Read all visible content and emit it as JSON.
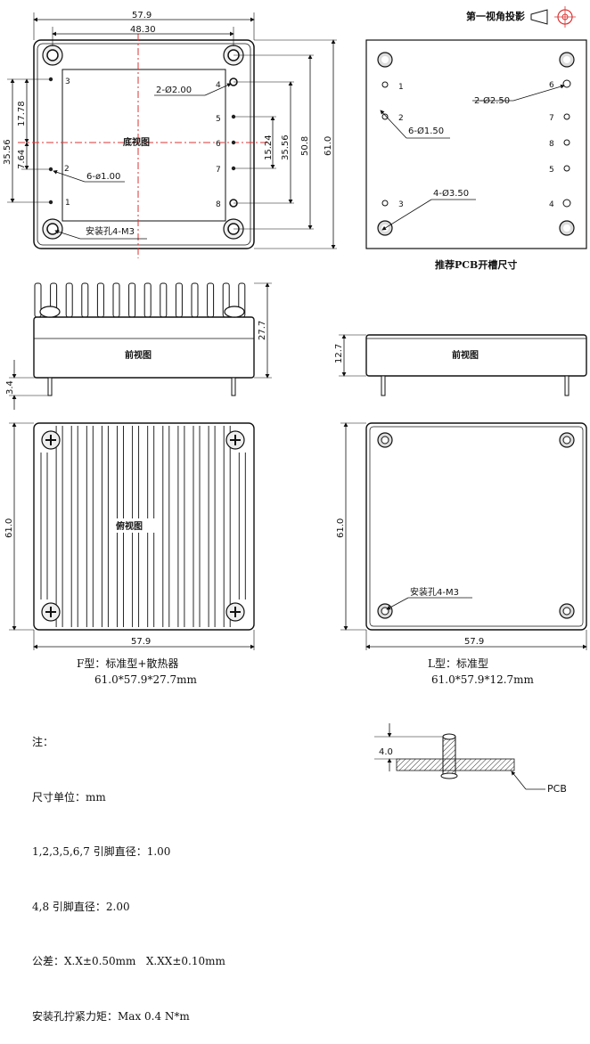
{
  "projection": {
    "label": "第一视角投影"
  },
  "bottom_view": {
    "label": "底视图",
    "dim_width": "57.9",
    "dim_pitch": "48.30",
    "dim_left_total": "35.56",
    "dim_left_upper": "17.78",
    "dim_left_lower": "7.64",
    "dim_right_inner": "15.24",
    "dim_right_mid": "35.56",
    "dim_right_outer": "50.8",
    "dim_height": "61.0",
    "callout_large_pin": "2-Ø2.00",
    "callout_small_pin": "6-ø1.00",
    "callout_mount": "安装孔4-M3",
    "pins_left": [
      "3",
      "2",
      "1"
    ],
    "pins_right": [
      "4",
      "5",
      "6",
      "7",
      "8"
    ]
  },
  "pcb_cutout": {
    "caption": "推荐PCB开槽尺寸",
    "callout_large_hole": "2-Ø2.50",
    "callout_small_hole": "6-Ø1.50",
    "callout_mount_hole": "4-Ø3.50",
    "pins_left": [
      "1",
      "2",
      "3"
    ],
    "pins_right": [
      "6",
      "7",
      "8",
      "5",
      "4"
    ]
  },
  "front_view_f": {
    "label": "前视图",
    "dim_height": "27.7",
    "dim_pin": "3.4"
  },
  "front_view_l": {
    "label": "前视图",
    "dim_height": "12.7"
  },
  "side_view_f": {
    "label": "俯视图",
    "dim_height": "61.0",
    "dim_width": "57.9"
  },
  "top_view_l": {
    "dim_height": "61.0",
    "dim_width": "57.9",
    "callout_mount": "安装孔4-M3"
  },
  "caption_f": {
    "title": "F型：标准型+散热器",
    "size": "61.0*57.9*27.7mm"
  },
  "caption_l": {
    "title": "L型：标准型",
    "size": "61.0*57.9*12.7mm"
  },
  "notes": {
    "title": "注：",
    "lines": [
      "尺寸单位：mm",
      "1,2,3,5,6,7 引脚直径：1.00",
      "4,8 引脚直径：2.00",
      "公差：X.X±0.50mm   X.XX±0.10mm",
      "安装孔拧紧力矩：Max 0.4 N*m"
    ]
  },
  "mount_detail": {
    "dim": "4.0",
    "label": "PCB"
  }
}
